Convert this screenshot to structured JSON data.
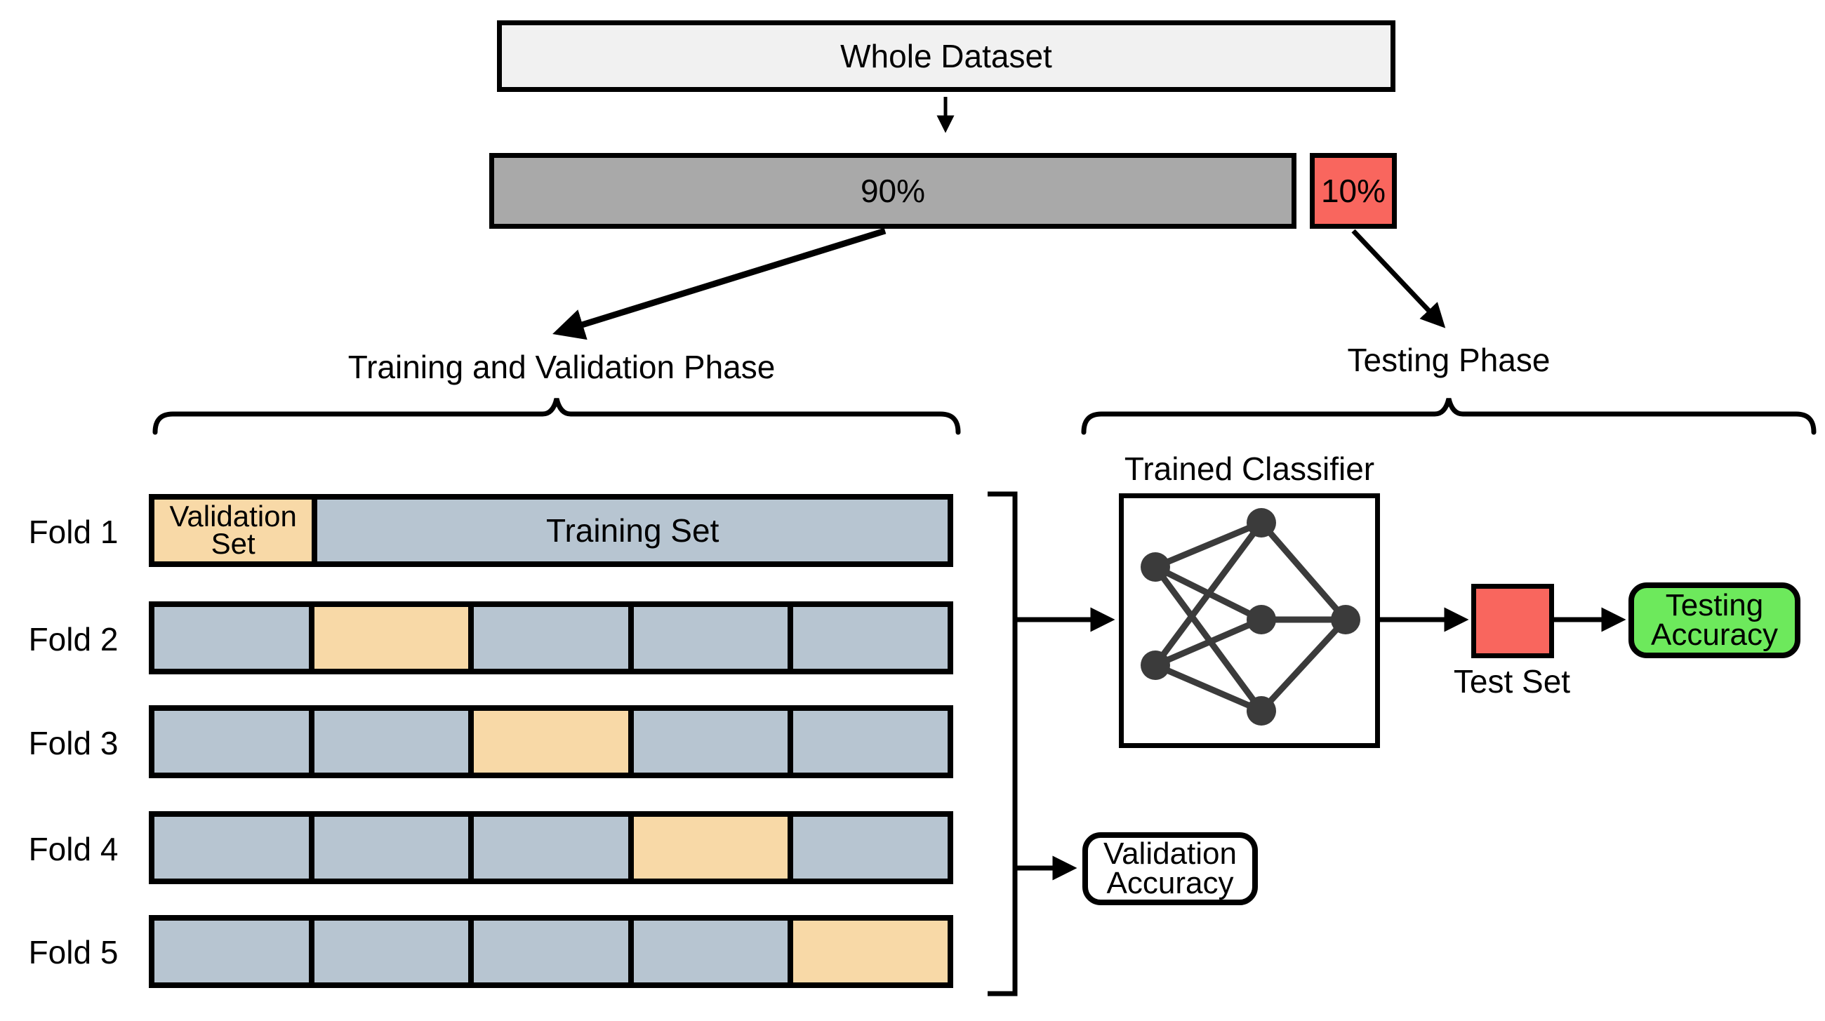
{
  "whole_dataset": {
    "label": "Whole Dataset"
  },
  "split_bar": {
    "train_percent": "90%",
    "test_percent": "10%"
  },
  "phase_labels": {
    "training_validation": "Training and Validation Phase",
    "testing": "Testing Phase"
  },
  "segments_per_fold": 5,
  "folds": [
    {
      "label": "Fold 1",
      "validation_index": 0
    },
    {
      "label": "Fold 2",
      "validation_index": 1
    },
    {
      "label": "Fold 3",
      "validation_index": 2
    },
    {
      "label": "Fold 4",
      "validation_index": 3
    },
    {
      "label": "Fold 5",
      "validation_index": 4
    }
  ],
  "fold_legend": {
    "validation": "Validation Set",
    "training": "Training Set"
  },
  "classifier": {
    "label": "Trained Classifier"
  },
  "test_set": {
    "label": "Test Set"
  },
  "results": {
    "testing_accuracy": "Testing Accuracy",
    "validation_accuracy": "Validation Accuracy"
  },
  "colors": {
    "validation_fill": "#F8D9A7",
    "training_fill": "#B7C5D1",
    "test_fill": "#F9665E",
    "accuracy_fill": "#6DE95C",
    "train_split_fill": "#A9A9A9",
    "dataset_fill": "#F1F1F1",
    "line_color": "#000000",
    "network_color": "#3B3B3B"
  }
}
